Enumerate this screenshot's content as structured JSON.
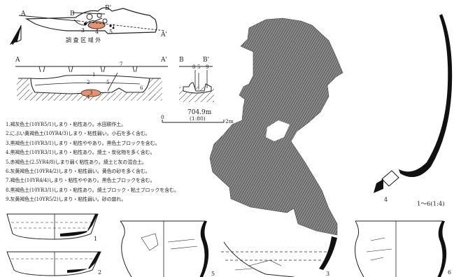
{
  "site_plan": {
    "labels": {
      "a": "A",
      "a_prime": "A'",
      "b": "B",
      "b_prime": "B'"
    },
    "feature_numbers": [
      "3",
      "4",
      "1",
      "5"
    ],
    "outside_area_label": "調 査 区 域 外"
  },
  "section_a": {
    "labels": {
      "a": "A",
      "a_prime": "A'"
    },
    "layer_numbers": [
      "1",
      "7",
      "2",
      "5",
      "6",
      "3",
      "4"
    ]
  },
  "section_b": {
    "labels": {
      "b": "B",
      "b_prime": "B'"
    },
    "layer_numbers": [
      "8",
      "5",
      "9"
    ]
  },
  "scale_bar": {
    "elevation": "704.9m",
    "ratio": "(1:80)",
    "start": "0",
    "end": "2m"
  },
  "soil_legend": [
    "1.褐灰色土(10YR5/1)しまり・粘性あり。水田耕作土。",
    "2.にぶい黄褐色土(10YR4/3)しまり・粘性弱い。小石を多く含む。",
    "3.黒褐色土(10YR3/1)しまり・粘性ややあり。黒色土ブロックを含む。",
    "4.黒褐色土(10YR3/1)しまり・粘性あり。焼土・炭化物を多く含む。",
    "5.赤褐色土(2.5YR4/8)しまり弱く粘性あり。焼土と灰の混合土。",
    "6.灰黄褐色土(10YR4/2)しまり・粘性弱い。黄色の砂を多く含む。",
    "7.褐色土(10YR4/4)しまり・粘性ややあり。黒色土ブロックを含む。",
    "8.黒褐色土(10YR3/1)しまり・粘性あり。焼土ブロック・粘土ブロックを含む。",
    "9.灰黄褐色土(10YR5/2)しまり・粘性弱い。砂の崩れ。"
  ],
  "artifacts": {
    "numbers": [
      "1",
      "2",
      "5",
      "3",
      "6",
      "4"
    ],
    "scale_note": "1〜6(1:4)"
  },
  "colors": {
    "ink": "#222222",
    "burnt_soil": "#e8916a",
    "rubbing": "#6e6e6e",
    "pottery_fill": "#111111"
  }
}
